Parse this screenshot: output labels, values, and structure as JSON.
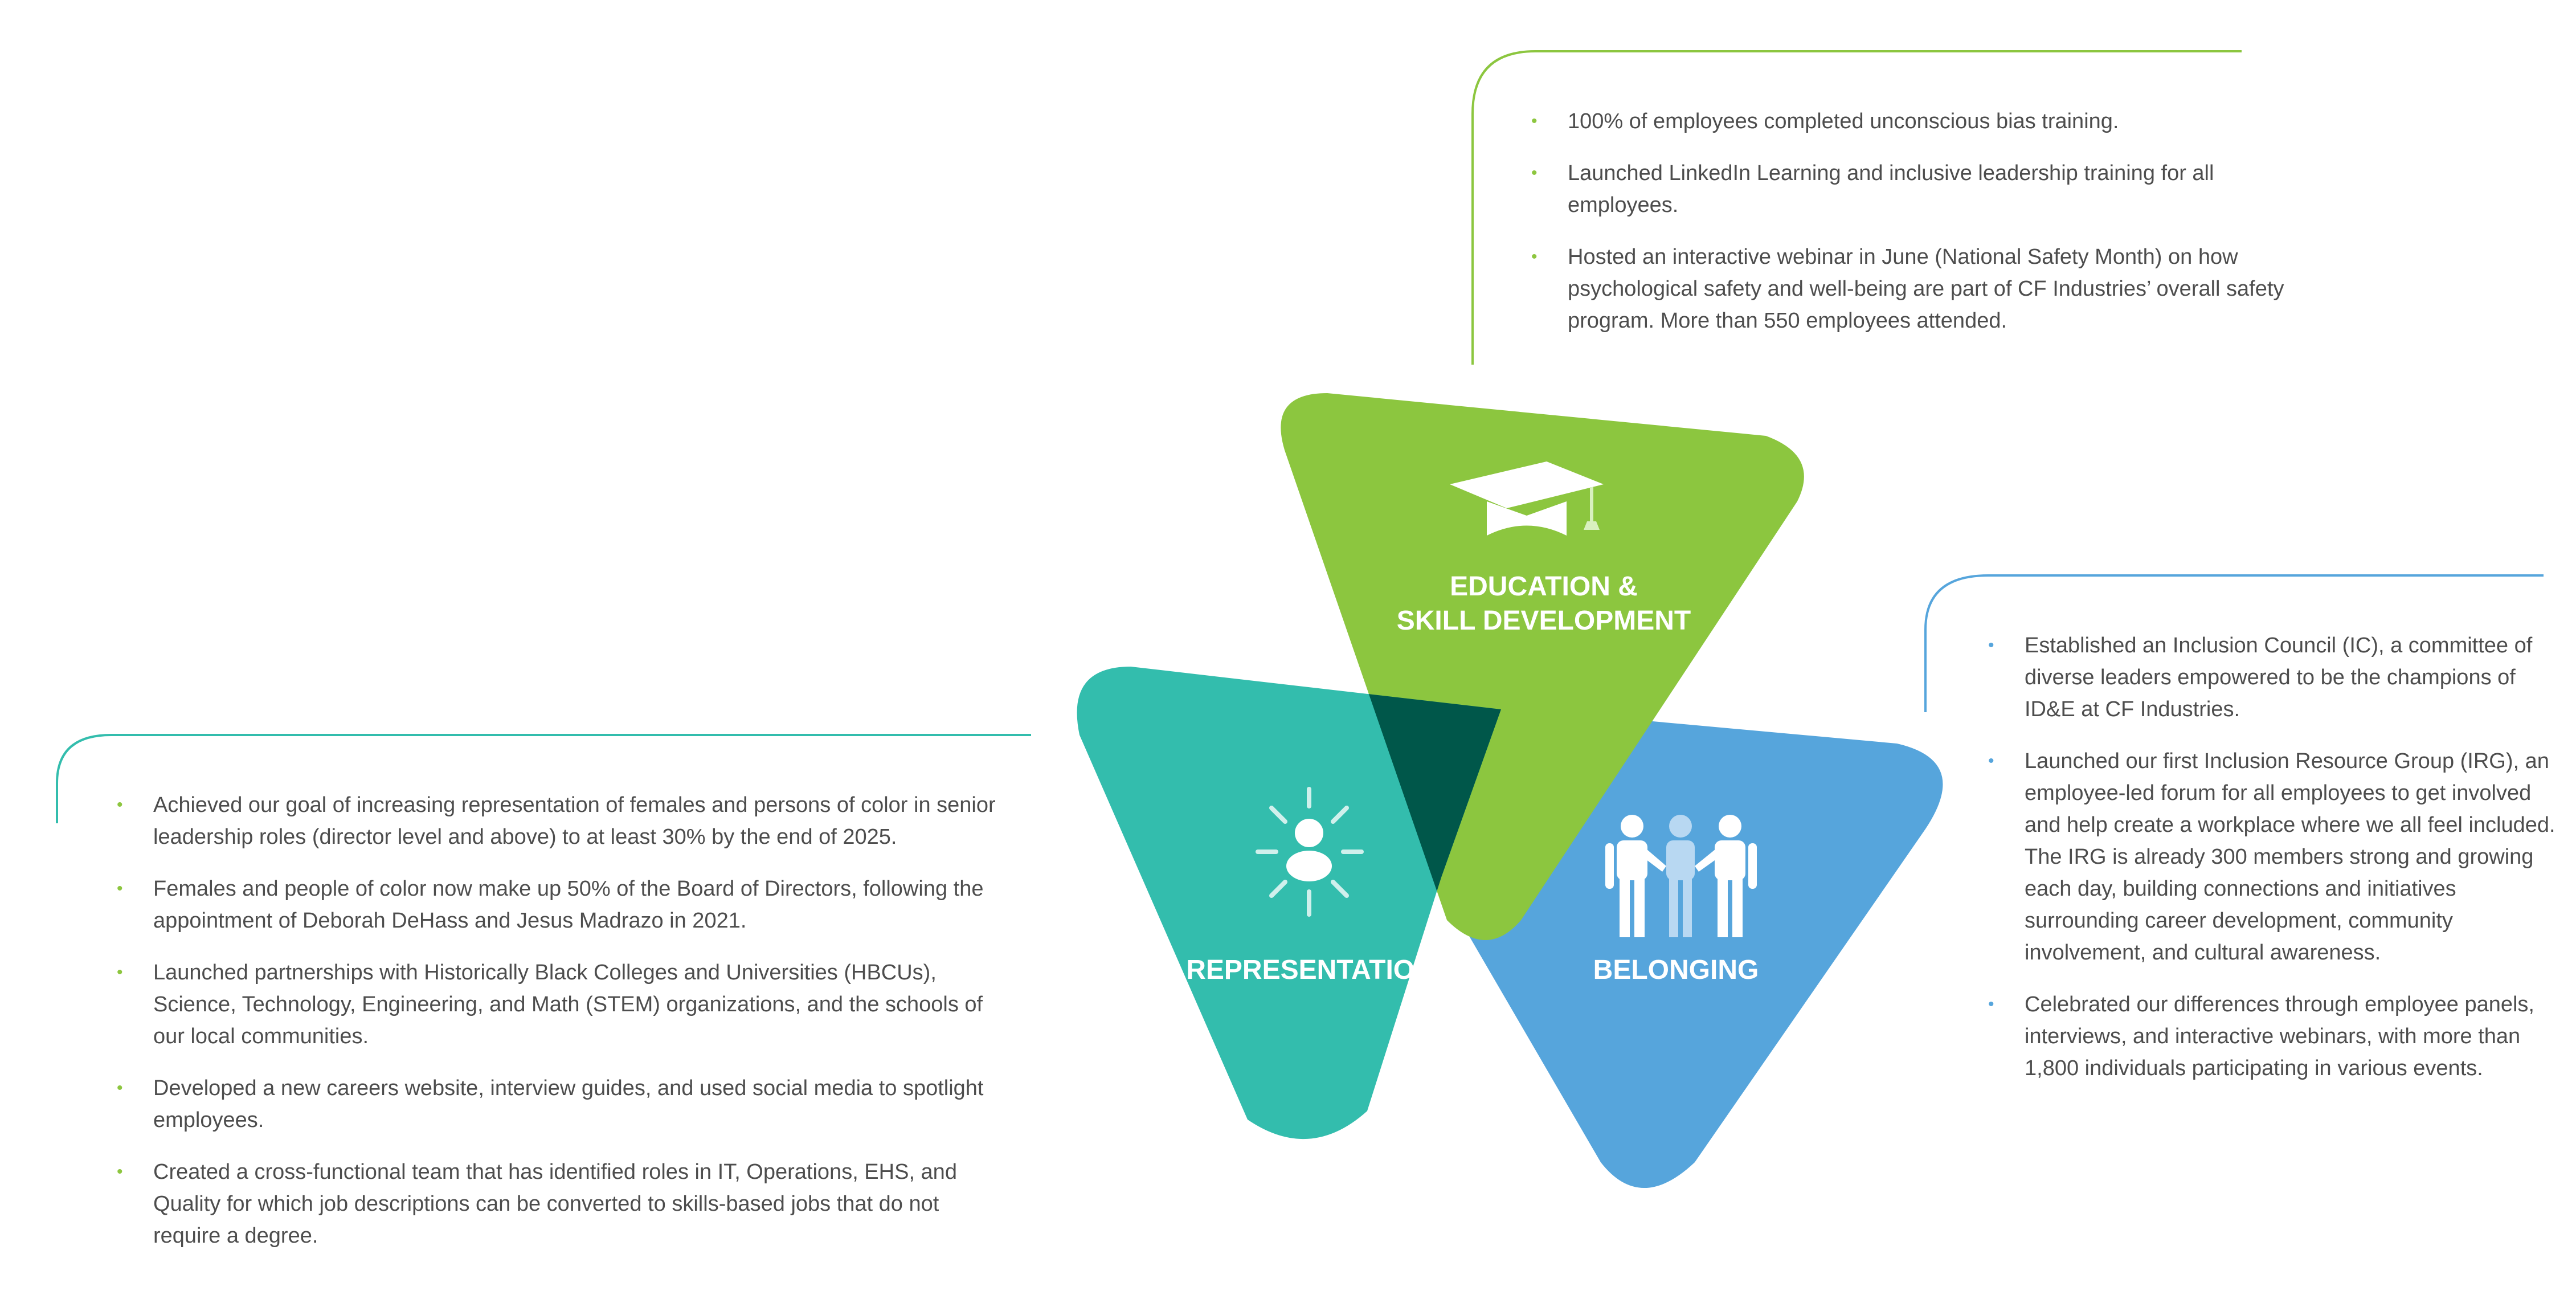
{
  "colors": {
    "education": "#8cc63f",
    "representation": "#33bdad",
    "belonging": "#56a5dc",
    "overlap": "#00574a",
    "text": "#4d4d4d"
  },
  "segments": {
    "education": {
      "title_line1": "EDUCATION &",
      "title_line2": "SKILL DEVELOPMENT",
      "icon": "graduation-cap-icon"
    },
    "representation": {
      "title": "REPRESENTATION",
      "icon": "person-radiating-icon"
    },
    "belonging": {
      "title": "BELONGING",
      "icon": "people-holding-hands-icon"
    }
  },
  "education_points": [
    "100% of employees completed unconscious bias training.",
    "Launched LinkedIn Learning and inclusive leadership training for all employees.",
    "Hosted an interactive webinar in June (National Safety Month) on how psychological safety and well-being are part of CF Industries’ overall safety program. More than 550 employees attended."
  ],
  "belonging_points": [
    "Established an Inclusion Council (IC), a committee of diverse leaders empowered to be the champions of ID&E at CF Industries.",
    "Launched our first Inclusion Resource Group (IRG), an employee-led forum for all employees to get involved and help create a workplace where we all feel included.  The IRG is already 300 members strong and growing each day, building connections and initiatives surrounding career development, community involvement, and cultural awareness.",
    "Celebrated our differences through employee panels, interviews, and interactive webinars, with more than 1,800 individuals participating in various events."
  ],
  "representation_points": [
    "Achieved our goal of increasing representation of females and persons of color in senior leadership roles (director level and above) to at least 30% by the end of 2025.",
    "Females and people of color now make up 50% of the Board of Directors, following the appointment of Deborah DeHass and Jesus Madrazo in 2021.",
    "Launched partnerships with Historically Black Colleges and Universities (HBCUs), Science, Technology, Engineering, and Math (STEM) organizations, and the schools of our local communities.",
    "Developed a new careers website, interview guides, and used social media to spotlight employees.",
    "Created a cross-functional team that has identified roles in IT, Operations, EHS, and Quality for which job descriptions can be converted to skills-based jobs that do not require a degree."
  ]
}
